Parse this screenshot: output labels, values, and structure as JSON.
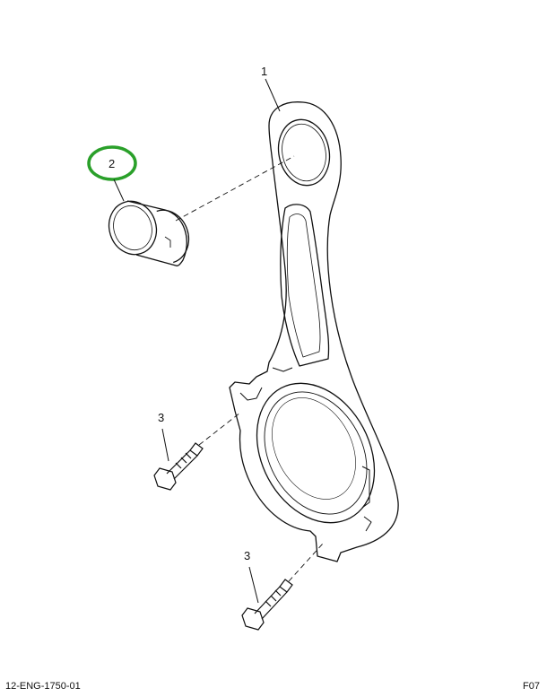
{
  "callouts": [
    {
      "id": "1",
      "label": "1",
      "part": "connecting-rod"
    },
    {
      "id": "2",
      "label": "2",
      "part": "piston-pin-bushing",
      "highlighted": true
    },
    {
      "id": "3a",
      "label": "3",
      "part": "rod-cap-bolt"
    },
    {
      "id": "3b",
      "label": "3",
      "part": "rod-cap-bolt"
    }
  ],
  "highlight_color": "#2aa02a",
  "footer": {
    "drawing_number": "12-ENG-1750-01",
    "sheet_code": "F07"
  }
}
